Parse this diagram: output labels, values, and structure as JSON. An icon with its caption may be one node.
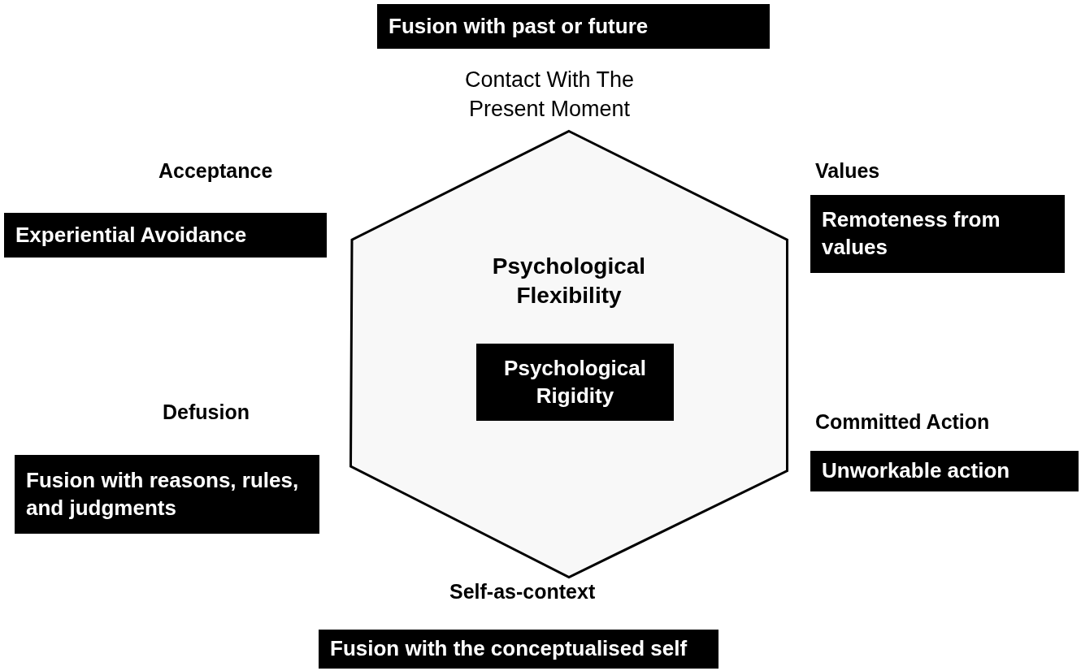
{
  "diagram": {
    "nodes": [
      {
        "text": [
          "Fusion with past or future"
        ]
      },
      {
        "text": [
          "Remoteness from values"
        ]
      },
      {
        "text": [
          "Experiential Avoidance"
        ]
      },
      {
        "text": [
          "Psychological Flexibility"
        ]
      },
      {
        "text": [
          "Psychological Rigidity"
        ],
        "in": 3
      },
      {
        "text": [
          "Unworkable action"
        ]
      },
      {
        "text": [
          "Fusion with reasons, rules, and judgments"
        ]
      },
      {
        "text": [
          "Fusion with the conceptualised self"
        ]
      }
    ],
    "labels": [
      "Contact With The Present Moment",
      "Acceptance",
      "Values",
      "Defusion",
      "Committed Action",
      "Self-as-context"
    ]
  }
}
